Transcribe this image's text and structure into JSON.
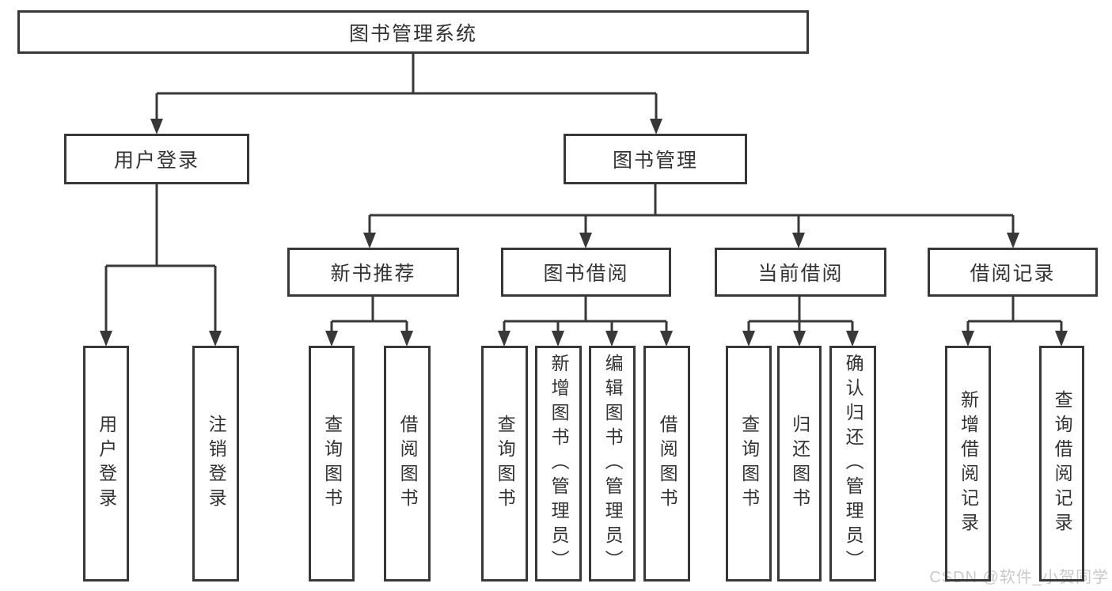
{
  "diagram": {
    "root": {
      "label": "图书管理系统"
    },
    "branches": [
      {
        "label": "用户登录",
        "leaves": [
          "用户登录",
          "注销登录"
        ]
      },
      {
        "label": "图书管理",
        "sections": [
          {
            "label": "新书推荐",
            "leaves": [
              "查询图书",
              "借阅图书"
            ]
          },
          {
            "label": "图书借阅",
            "leaves": [
              "查询图书",
              "新增图书（管理员）",
              "编辑图书（管理员）",
              "借阅图书"
            ]
          },
          {
            "label": "当前借阅",
            "leaves": [
              "查询图书",
              "归还图书",
              "确认归还（管理员）"
            ]
          },
          {
            "label": "借阅记录",
            "leaves": [
              "新增借阅记录",
              "查询借阅记录"
            ]
          }
        ]
      }
    ]
  },
  "watermark": {
    "text": "CSDN @软件_小贺同学"
  },
  "colors": {
    "line": "#383838",
    "box_border": "#383838",
    "text": "#333333",
    "watermark": "#c9c9c9",
    "background": "#ffffff"
  }
}
